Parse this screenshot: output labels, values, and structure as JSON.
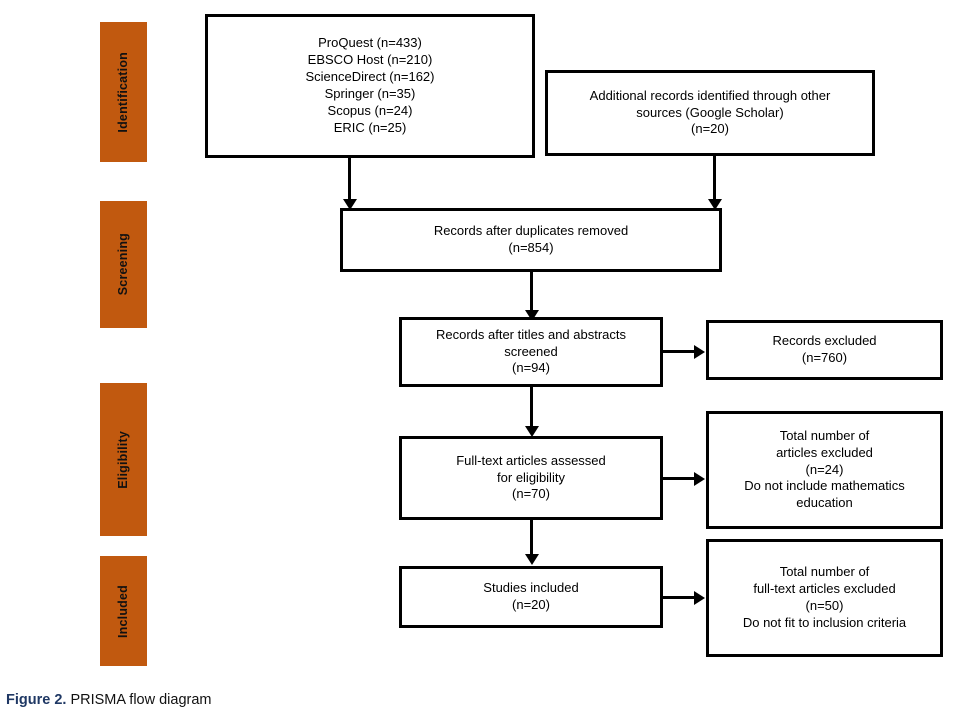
{
  "figure": {
    "number_label": "Figure 2.",
    "caption_text": "PRISMA flow diagram",
    "accent_color": "#C1590F",
    "caption_number_color": "#1F3864",
    "line_color": "#000000"
  },
  "stages": [
    {
      "label": "Identification"
    },
    {
      "label": "Screening"
    },
    {
      "label": "Eligibility"
    },
    {
      "label": "Included"
    }
  ],
  "nodes": {
    "databases": {
      "lines": [
        "ProQuest (n=433)",
        "EBSCO Host (n=210)",
        "ScienceDirect (n=162)",
        "Springer (n=35)",
        "Scopus (n=24)",
        "ERIC (n=25)"
      ]
    },
    "additional_records": {
      "lines": [
        "Additional records identified through other",
        "sources (Google Scholar)",
        "(n=20)"
      ]
    },
    "duplicates_removed": {
      "lines": [
        "Records after duplicates removed",
        "(n=854)"
      ]
    },
    "titles_abstracts_screened": {
      "lines": [
        "Records after titles and abstracts",
        "screened",
        "(n=94)"
      ]
    },
    "records_excluded": {
      "lines": [
        "Records excluded",
        "(n=760)"
      ]
    },
    "fulltext_assessed": {
      "lines": [
        "Full-text articles assessed",
        "for eligibility",
        "(n=70)"
      ]
    },
    "articles_excluded": {
      "lines": [
        "Total number of",
        "articles excluded",
        "(n=24)",
        "Do not include mathematics",
        "education"
      ]
    },
    "studies_included": {
      "lines": [
        "Studies included",
        "(n=20)"
      ]
    },
    "fulltext_excluded": {
      "lines": [
        "Total number of",
        "full-text articles excluded",
        "(n=50)",
        "Do not fit to inclusion criteria"
      ]
    }
  },
  "chart_data": {
    "type": "diagram",
    "title": "PRISMA flow diagram",
    "stages": [
      "Identification",
      "Screening",
      "Eligibility",
      "Included"
    ],
    "counts": {
      "ProQuest": 433,
      "EBSCO Host": 210,
      "ScienceDirect": 162,
      "Springer": 35,
      "Scopus": 24,
      "ERIC": 25,
      "Additional records (Google Scholar)": 20,
      "Records after duplicates removed": 854,
      "Records after titles and abstracts screened": 94,
      "Records excluded": 760,
      "Full-text articles assessed for eligibility": 70,
      "Total articles excluded (no mathematics education)": 24,
      "Total full-text articles excluded (do not fit inclusion criteria)": 50,
      "Studies included": 20
    }
  }
}
